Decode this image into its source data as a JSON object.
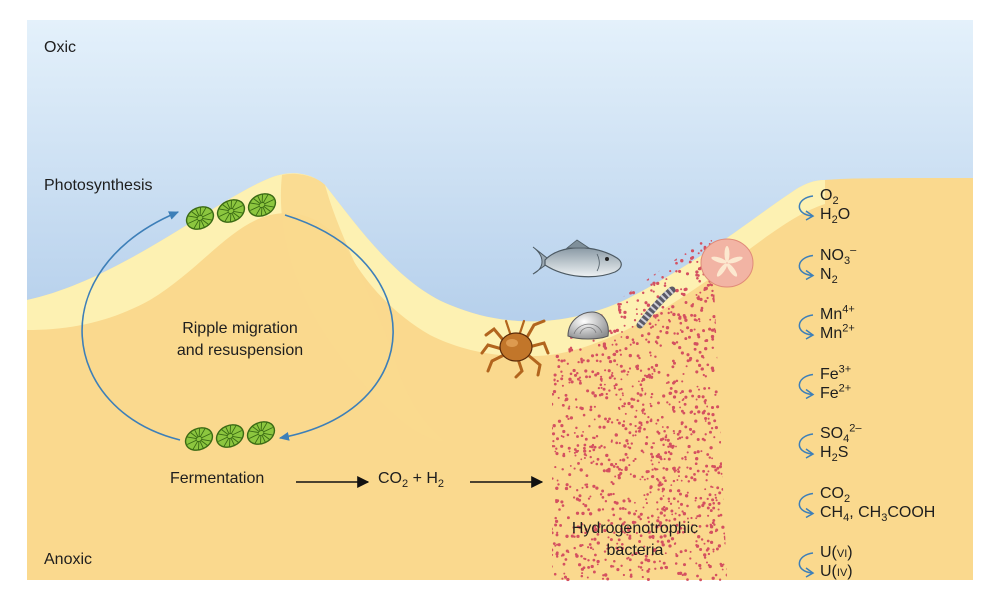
{
  "labels": {
    "oxic": "Oxic",
    "photosynthesis": "Photosynthesis",
    "ripple_line1": "Ripple migration",
    "ripple_line2": "and resuspension",
    "fermentation": "Fermentation",
    "anoxic": "Anoxic",
    "hydro_line1": "Hydrogenotrophic",
    "hydro_line2": "bacteria"
  },
  "co2_h2": {
    "a": "CO",
    "a_sub": "2",
    "b": " + H",
    "b_sub": "2"
  },
  "redox": [
    {
      "ox": {
        "t": "O",
        "sub": "2"
      },
      "red": {
        "t": "H",
        "sub": "2",
        "t2": "O"
      }
    },
    {
      "ox": {
        "t": "NO",
        "sub": "3",
        "sup": "–"
      },
      "red": {
        "t": "N",
        "sub": "2"
      }
    },
    {
      "ox": {
        "t": "Mn",
        "sup": "4+"
      },
      "red": {
        "t": "Mn",
        "sup": "2+"
      }
    },
    {
      "ox": {
        "t": "Fe",
        "sup": "3+"
      },
      "red": {
        "t": "Fe",
        "sup": "2+"
      }
    },
    {
      "ox": {
        "t": "SO",
        "sub": "4",
        "sup": "2–"
      },
      "red": {
        "t": "H",
        "sub": "2",
        "t2": "S"
      }
    },
    {
      "ox": {
        "t": "CO",
        "sub": "2"
      },
      "red": {
        "t": "CH",
        "sub": "4",
        "t2": ", CH",
        "sub2": "3",
        "t3": "COOH"
      }
    },
    {
      "ox": {
        "t": "U(",
        "sc": "vi",
        "t2": ")"
      },
      "red": {
        "t": "U(",
        "sc": "iv",
        "t2": ")"
      }
    }
  ],
  "icons": [
    "diatom-icon",
    "fish-icon",
    "crab-icon",
    "clam-icon",
    "worm-icon",
    "sand-dollar-icon",
    "cycle-arrow-icon",
    "curved-arrow-icon"
  ],
  "colors": {
    "water_top": "#e4f1fb",
    "water_bottom": "#8eb3de",
    "sediment": "#fad98e",
    "oxic_layer": "#fdf1b2",
    "dots": "#d45060",
    "arrow_blue": "#3d7fb8",
    "diatom": "#8cc63f"
  }
}
